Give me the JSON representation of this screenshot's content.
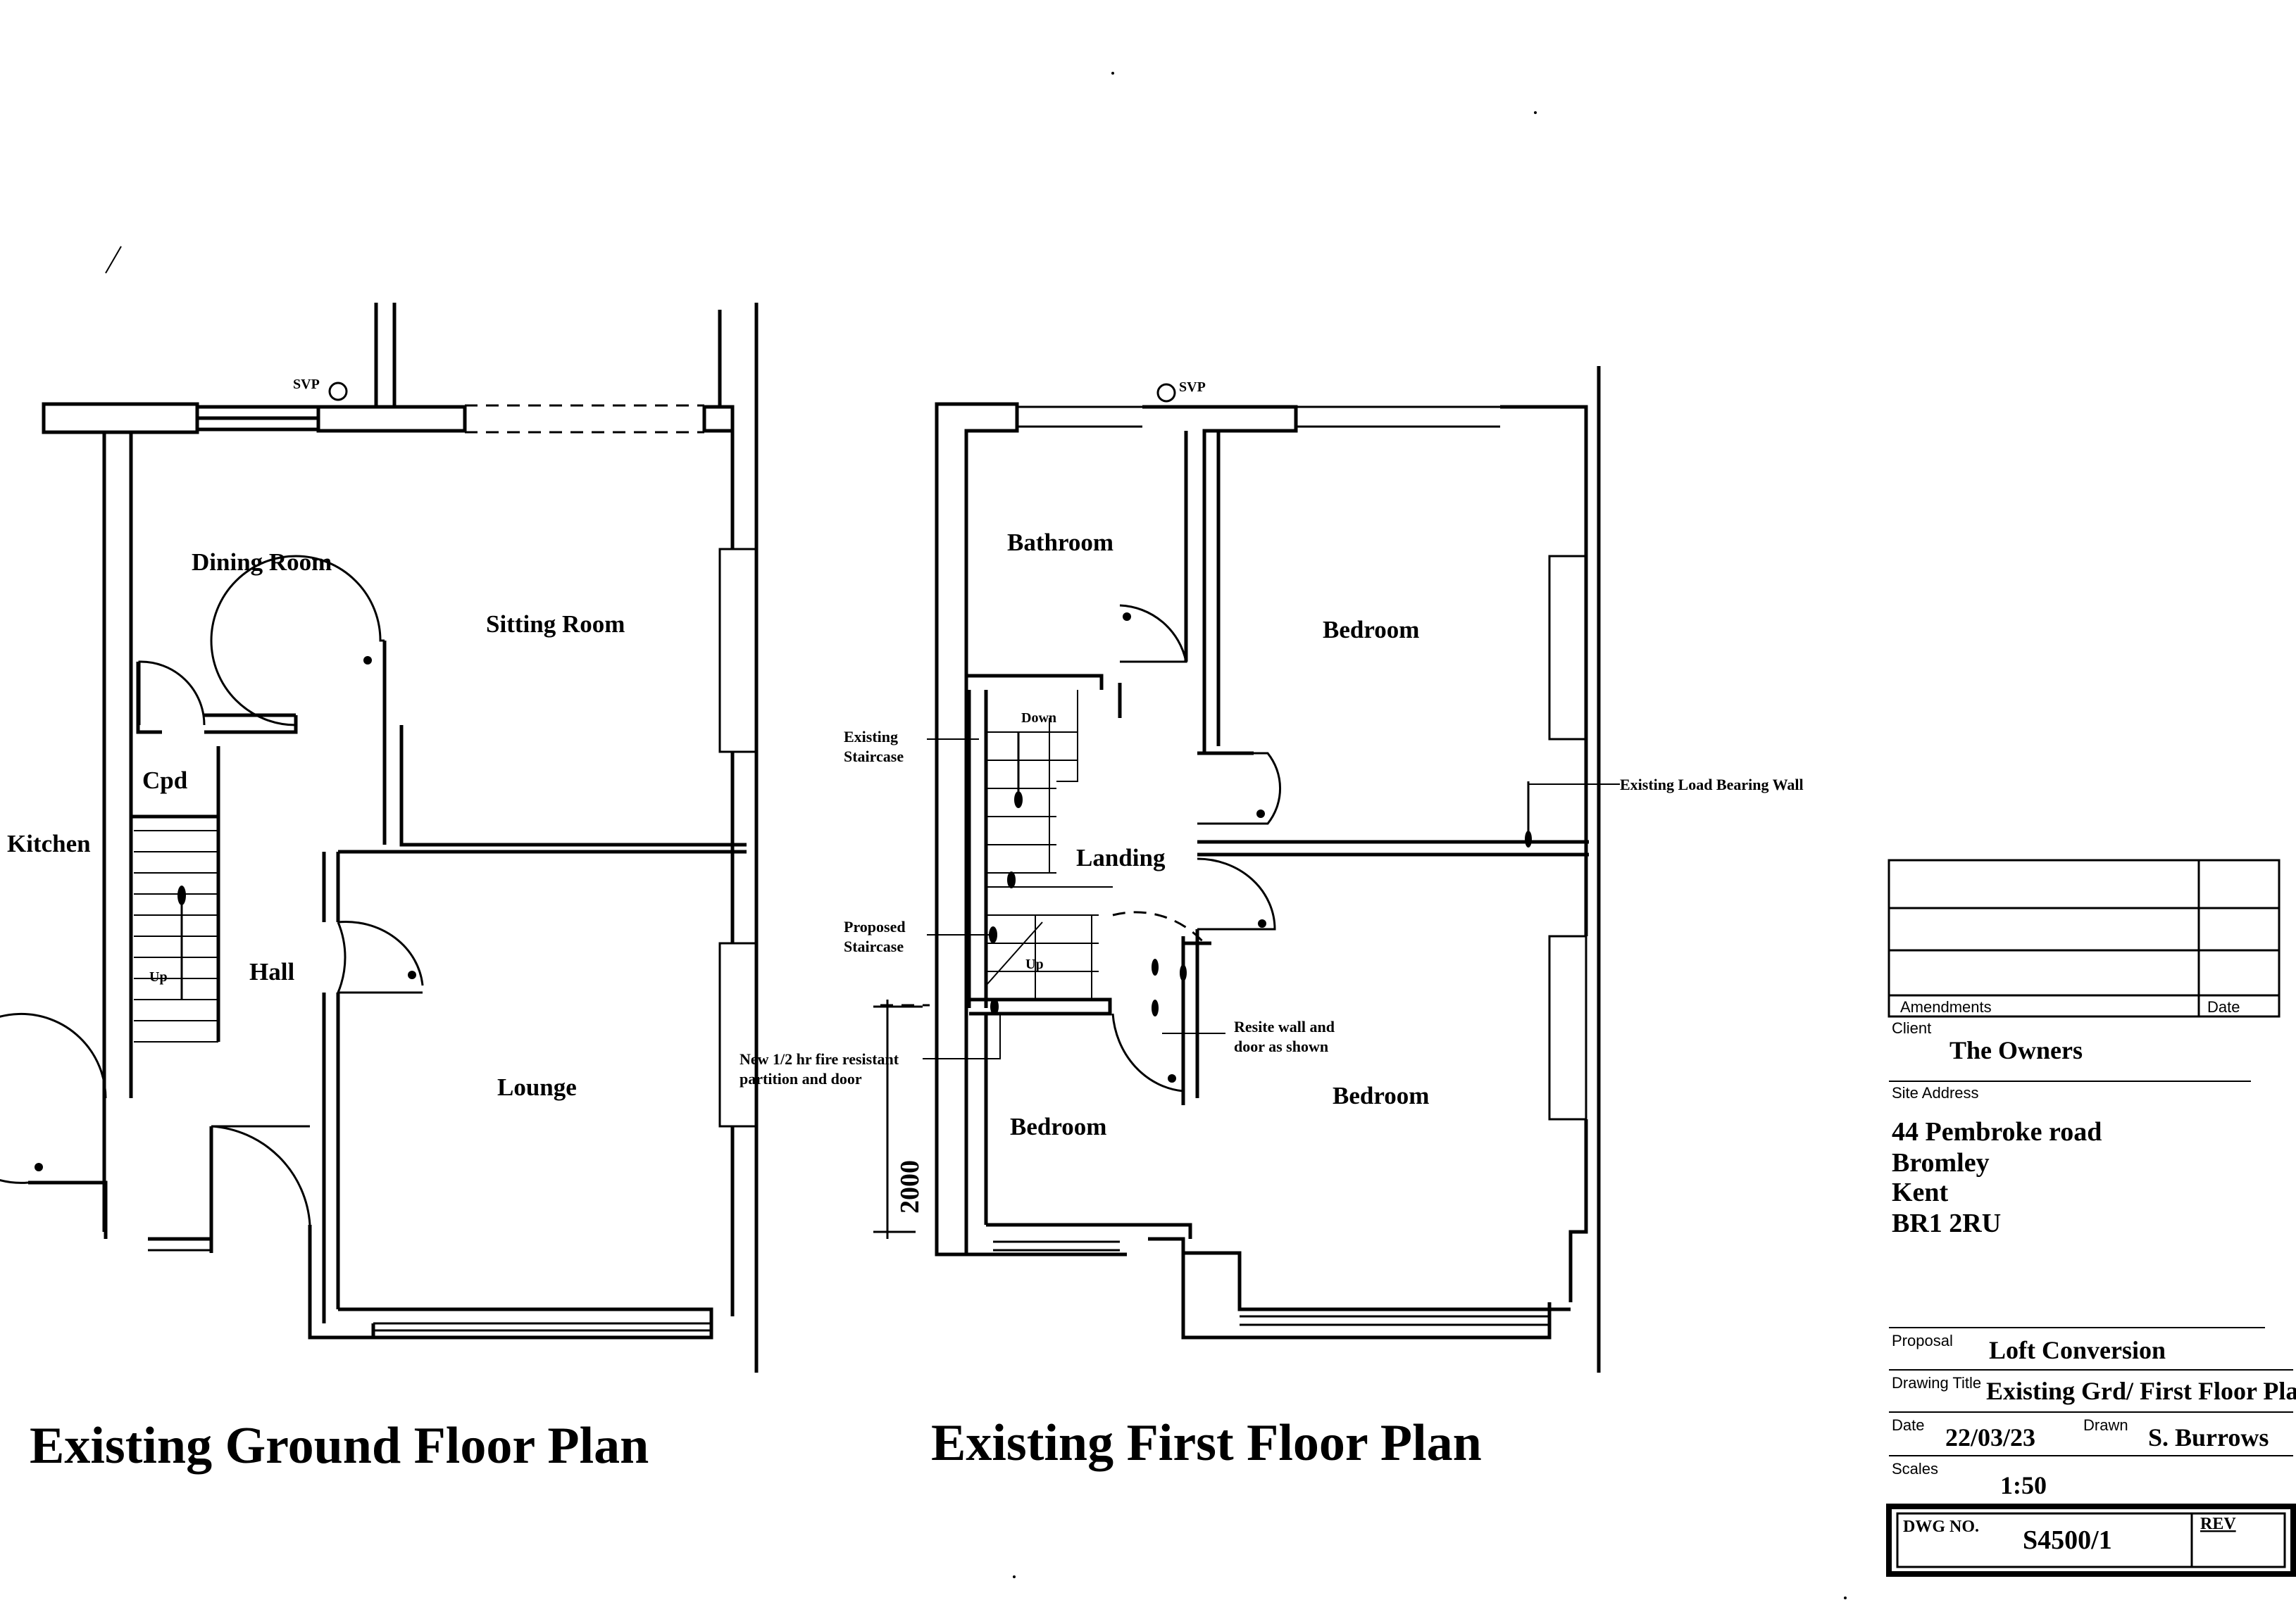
{
  "ground_floor": {
    "title": "Existing Ground Floor Plan",
    "rooms": {
      "dining_room": "Dining Room",
      "sitting_room": "Sitting Room",
      "kitchen": "Kitchen",
      "cpd": "Cpd",
      "hall": "Hall",
      "lounge": "Lounge"
    },
    "svp": "SVP",
    "stair_up": "Up"
  },
  "first_floor": {
    "title": "Existing First Floor Plan",
    "rooms": {
      "bathroom": "Bathroom",
      "bedroom_front": "Bedroom",
      "landing": "Landing",
      "bedroom_rear": "Bedroom",
      "bedroom_small": "Bedroom"
    },
    "svp": "SVP",
    "stair_down": "Down",
    "stair_up": "Up",
    "notes": {
      "existing_staircase_1": "Existing",
      "existing_staircase_2": "Staircase",
      "proposed_staircase_1": "Proposed",
      "proposed_staircase_2": "Staircase",
      "partition_1": "New 1/2 hr fire resistant",
      "partition_2": "partition and door",
      "resite_1": "Resite wall and",
      "resite_2": "door as shown",
      "load_bearing": "Existing Load Bearing Wall"
    },
    "dimension": "2000"
  },
  "title_block": {
    "amendments_label": "Amendments",
    "date_label": "Date",
    "client_label": "Client",
    "client": "The Owners",
    "site_address_label": "Site Address",
    "address": [
      "44 Pembroke road",
      "Bromley",
      "Kent",
      "BR1 2RU"
    ],
    "proposal_label": "Proposal",
    "proposal": "Loft Conversion",
    "drawing_title_label": "Drawing Title",
    "drawing_title": "Existing Grd/ First Floor Plan",
    "date_field_label": "Date",
    "date": "22/03/23",
    "drawn_label": "Drawn",
    "drawn": "S. Burrows",
    "scales_label": "Scales",
    "scale": "1:50",
    "dwg_no_label": "DWG NO.",
    "dwg_no": "S4500/1",
    "rev_label": "REV"
  }
}
